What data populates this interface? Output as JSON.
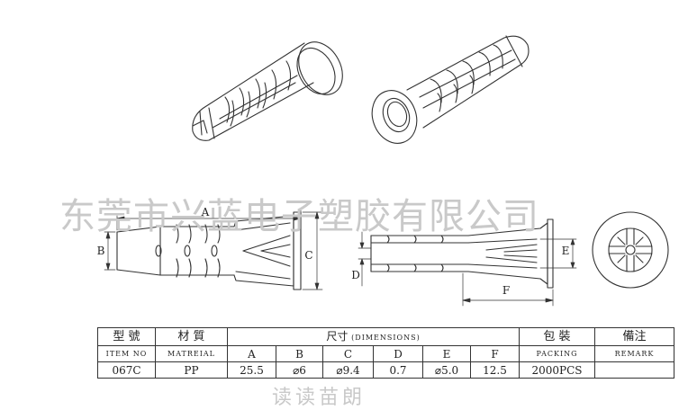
{
  "watermark": {
    "company": "东莞市兴蓝电子塑胶有限公司",
    "bottom_text": "读读苗朗"
  },
  "drawing": {
    "labels": {
      "a": "A",
      "b": "B",
      "c": "C",
      "d": "D",
      "e": "E",
      "f": "F"
    }
  },
  "table": {
    "headers": {
      "item_cn": "型 號",
      "item_en": "ITEM NO",
      "material_cn": "材 質",
      "material_en": "MATREIAL",
      "dimensions_cn": "尺寸",
      "dimensions_en": "(DIMENSIONS)",
      "packing_cn": "包 裝",
      "packing_en": "PACKING",
      "remark_cn": "備注",
      "remark_en": "REMARK"
    },
    "dimension_columns": [
      "A",
      "B",
      "C",
      "D",
      "E",
      "F"
    ],
    "row": {
      "item": "067C",
      "material": "PP",
      "a": "25.5",
      "b": "⌀6",
      "c": "⌀9.4",
      "d": "0.7",
      "e": "⌀5.0",
      "f": "12.5",
      "packing": "2000PCS",
      "remark": ""
    }
  }
}
